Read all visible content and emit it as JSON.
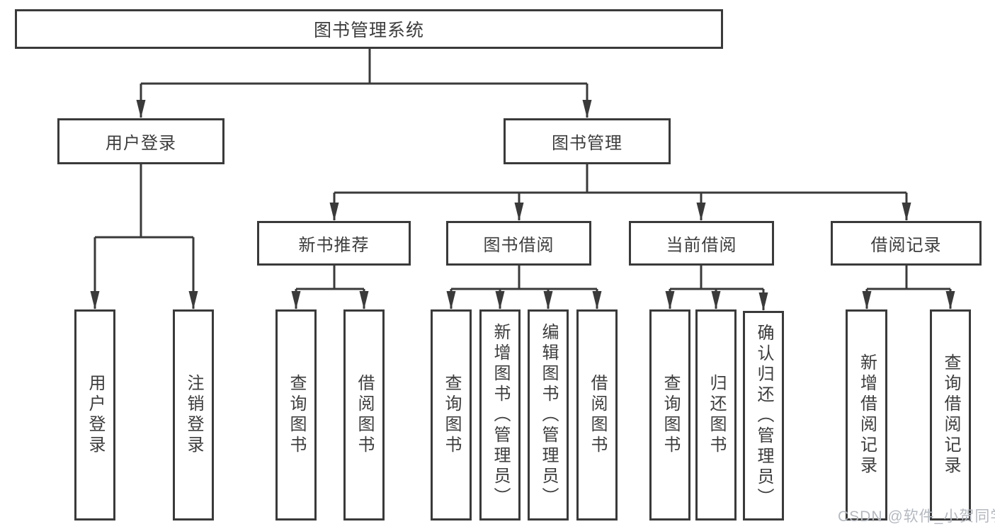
{
  "tree": {
    "label": "图书管理系统",
    "children": [
      {
        "label": "用户登录",
        "children": [
          {
            "label": "用户登录"
          },
          {
            "label": "注销登录"
          }
        ]
      },
      {
        "label": "图书管理",
        "children": [
          {
            "label": "新书推荐",
            "children": [
              {
                "label": "查询图书"
              },
              {
                "label": "借阅图书"
              }
            ]
          },
          {
            "label": "图书借阅",
            "children": [
              {
                "label": "查询图书"
              },
              {
                "label": "新增图书（管理员）"
              },
              {
                "label": "编辑图书（管理员）"
              },
              {
                "label": "借阅图书"
              }
            ]
          },
          {
            "label": "当前借阅",
            "children": [
              {
                "label": "查询图书"
              },
              {
                "label": "归还图书"
              },
              {
                "label": "确认归还（管理员）"
              }
            ]
          },
          {
            "label": "借阅记录",
            "children": [
              {
                "label": "新增借阅记录"
              },
              {
                "label": "查询借阅记录"
              }
            ]
          }
        ]
      }
    ]
  },
  "watermark": {
    "text": "CSDN @软件_小贺同学"
  },
  "colors": {
    "line": "#3a3a3a",
    "text": "#3d3d3d",
    "watermark": "#b4b9c0",
    "background": "#ffffff"
  }
}
